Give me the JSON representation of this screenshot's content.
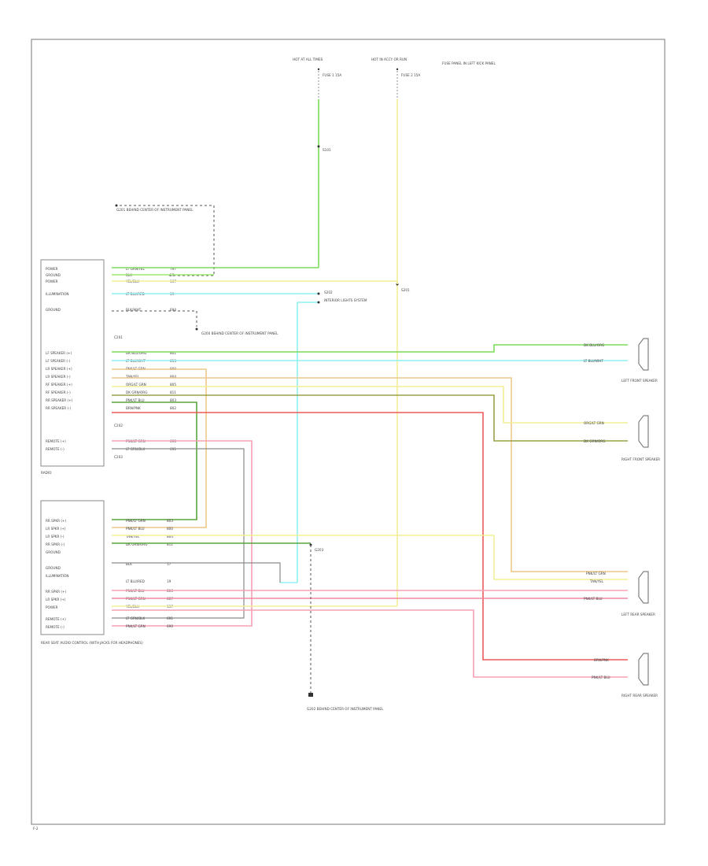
{
  "footer": {
    "code": "F-2"
  },
  "sources": {
    "hot_all_times": "HOT AT ALL TIMES",
    "fuse_1": "FUSE 1 15A",
    "hot_run_accy": "HOT IN ACCY OR RUN",
    "fuse_2": "FUSE 2 15A",
    "fuse_box_note": "FUSE PANEL IN LEFT KICK PANEL",
    "splice_s1": "S101",
    "splice_s2": "S201"
  },
  "ground_top": {
    "label": "G201 BEHIND CENTER OF INSTRUMENT PANEL"
  },
  "radio": {
    "name": "RADIO",
    "pins": [
      "POWER",
      "GROUND",
      "POWER",
      "ILLUMINATION",
      "GROUND",
      "LF SPEAKER (+)",
      "LF SPEAKER (-)",
      "LR SPEAKER (+)",
      "LR SPEAKER (-)",
      "RF SPEAKER (+)",
      "RF SPEAKER (-)",
      "RR SPEAKER (+)",
      "RR SPEAKER (-)",
      "REMOTE (+)",
      "REMOTE (-)"
    ],
    "wires": [
      "LT GRN/YEL",
      "BLK",
      "YEL/BLU",
      "LT BLU/RED",
      "BLK/WHT",
      "DK BLU/ORG",
      "LT BLU/WHT",
      "PNK/LT GRN",
      "TAN/YEL",
      "ORG/LT GRN",
      "DK GRN/ORG",
      "PNK/LT BLU",
      "BRN/PNK",
      "PNK/LT GRN",
      "LT GRN/BLK"
    ],
    "circuits": [
      "797",
      "57",
      "137",
      "19",
      "694",
      "801",
      "813",
      "800",
      "804",
      "805",
      "811",
      "803",
      "802",
      "690",
      "691"
    ],
    "connector": "C201",
    "connector_2": "C202",
    "connector_3": "C203"
  },
  "rear_radio": {
    "name": "REAR SEAT AUDIO CONTROL (WITH JACKS FOR HEADPHONES)",
    "pins": [
      "RR SPKR (+)",
      "LR SPKR (+)",
      "LR SPKR (-)",
      "RR SPKR (-)",
      "GROUND",
      "GROUND",
      "ILLUMINATION",
      "RR SPKR (+)",
      "LR SPKR (+)",
      "POWER",
      "REMOTE (+)",
      "REMOTE (-)"
    ],
    "wires": [
      "PNK/LT GRN",
      "PNK/LT BLU",
      "TAN/YEL",
      "DK GRN/ORG",
      "BLK",
      "LT BLU/RED",
      "PNK/LT BLU",
      "PNK/LT GRN",
      "YEL/BLU",
      "LT GRN/BLK",
      "PNK/LT GRN"
    ],
    "circuits": [
      "803",
      "800",
      "804",
      "811",
      "57",
      "19",
      "806",
      "807",
      "137",
      "691",
      "690"
    ]
  },
  "ground_mid": {
    "label": "G203"
  },
  "ground_bottom": {
    "label": "G202 BEHIND CENTER OF INSTRUMENT PANEL"
  },
  "splice_s3": "S202",
  "splice_note": "INTERIOR LIGHTS SYSTEM",
  "ground_left": {
    "label": "G200 BEHIND CENTER OF INSTRUMENT PANEL"
  },
  "speakers": [
    {
      "name": "LEFT FRONT SPEAKER",
      "wire1": "DK BLU/ORG",
      "wire2": "LT BLU/WHT"
    },
    {
      "name": "RIGHT FRONT SPEAKER",
      "wire1": "ORG/LT GRN",
      "wire2": "DK GRN/ORG"
    },
    {
      "name": "LEFT REAR SPEAKER",
      "wire1": "PNK/LT GRN",
      "wire2": "TAN/YEL",
      "wire3": "PNK/LT BLU"
    },
    {
      "name": "RIGHT REAR SPEAKER",
      "wire1": "BRN/PNK",
      "wire2": "PNK/LT BLU"
    }
  ],
  "colors": {
    "green": "#7ddc5a",
    "light_green": "#9ee870",
    "yellow": "#f2ef96",
    "cyan": "#8ff0f2",
    "red": "#ef5a5a",
    "pink": "#f5a0b4",
    "tan": "#ecc98a",
    "dark_green": "#5aa63c",
    "olive": "#9aa046",
    "gray": "#8a8a8a"
  }
}
